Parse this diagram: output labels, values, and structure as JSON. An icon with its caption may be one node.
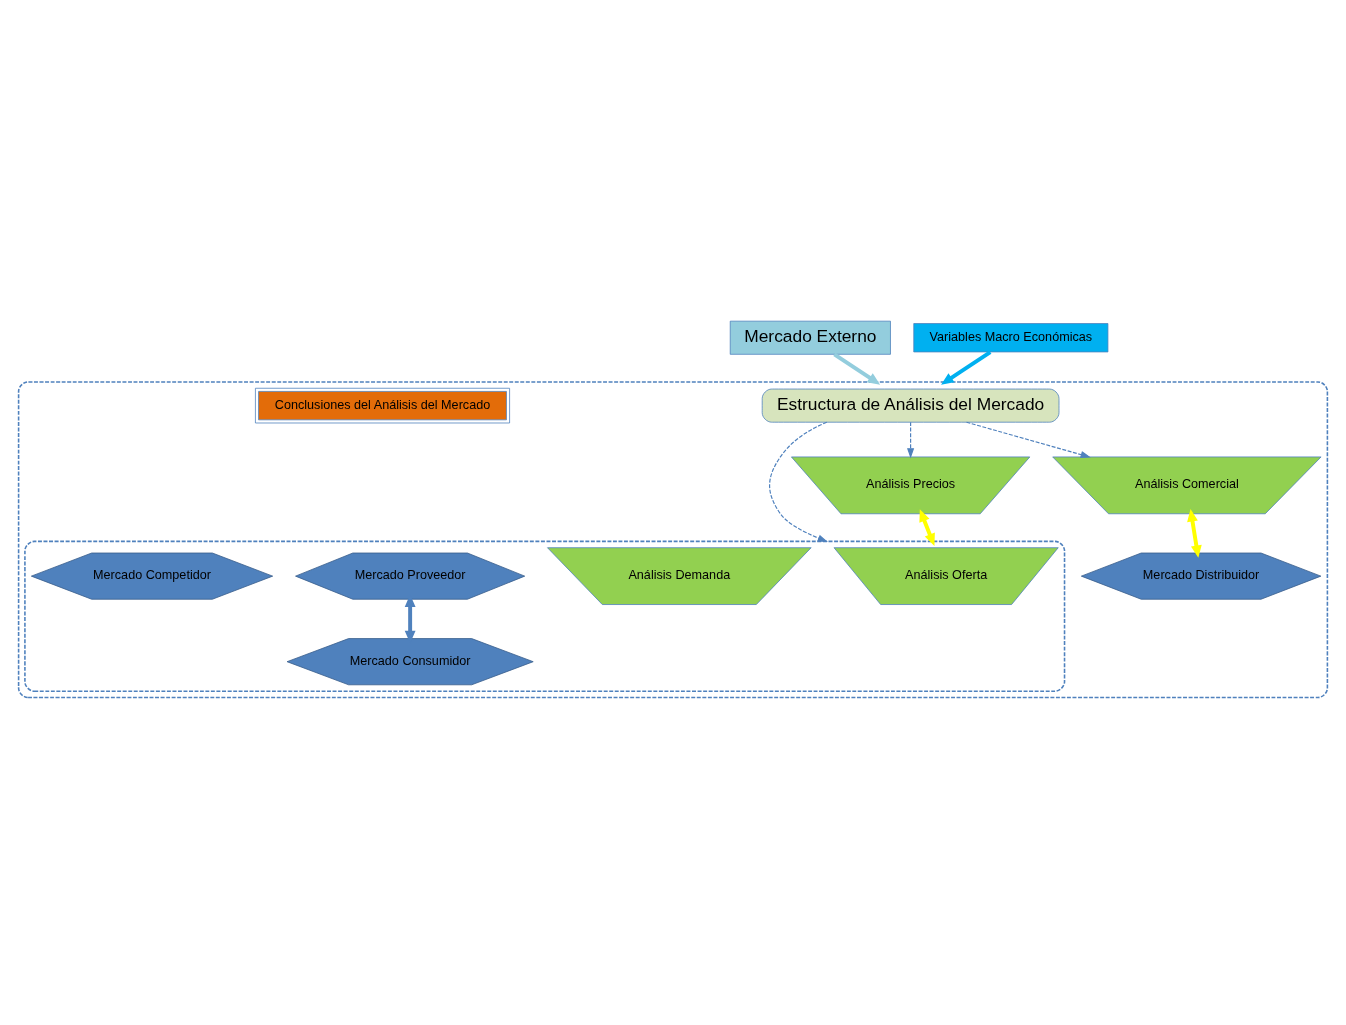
{
  "diagram": {
    "nodes": [
      {
        "text": [
          "Mercado Externo"
        ]
      },
      {
        "text": [],
        "shape": "ellipse"
      },
      {
        "text": [
          "Estructura de Análisis del Mercado"
        ],
        "in": 1
      },
      {
        "text": [],
        "shape": "ellipse",
        "in": 1
      },
      {
        "text": [
          "Análisis Oferta"
        ],
        "in": 3
      },
      {
        "text": [
          "Análisis Demanda"
        ],
        "in": 3
      },
      {
        "text": [
          "Mercado Proveedor"
        ],
        "in": 3
      },
      {
        "text": [
          "Mercado Consumidor"
        ],
        "in": 3
      },
      {
        "text": [
          "Mercado Competidor"
        ],
        "in": 3
      },
      {
        "text": [
          "Análisis Precios"
        ],
        "in": 1
      },
      {
        "text": [
          "Análisis Comercial"
        ],
        "in": 1
      },
      {
        "text": [
          "Mercado Distribuidor"
        ],
        "in": 1
      },
      {
        "text": [
          "Conclusiones del Análisis del Mercado"
        ],
        "in": 1
      },
      {
        "text": [
          "Variables Macro Económicas"
        ]
      }
    ],
    "edges": [
      {
        "from": 0,
        "to": 1,
        "arrow": "to",
        "color": "#93cddd"
      },
      {
        "from": 2,
        "to": 3,
        "arrow": "to",
        "style": "dashed"
      },
      {
        "from": 2,
        "to": 9,
        "arrow": "to",
        "style": "dashed"
      },
      {
        "from": 2,
        "to": 10,
        "arrow": "to",
        "style": "dashed"
      },
      {
        "from": 6,
        "to": 7,
        "arrow": "both"
      },
      {
        "from": 9,
        "to": 3,
        "arrow": "both",
        "color": "#ffff00"
      },
      {
        "from": 10,
        "to": 11,
        "arrow": "both",
        "color": "#ffff00"
      },
      {
        "from": 13,
        "to": 1,
        "arrow": "to",
        "color": "#00b0f0"
      }
    ]
  }
}
